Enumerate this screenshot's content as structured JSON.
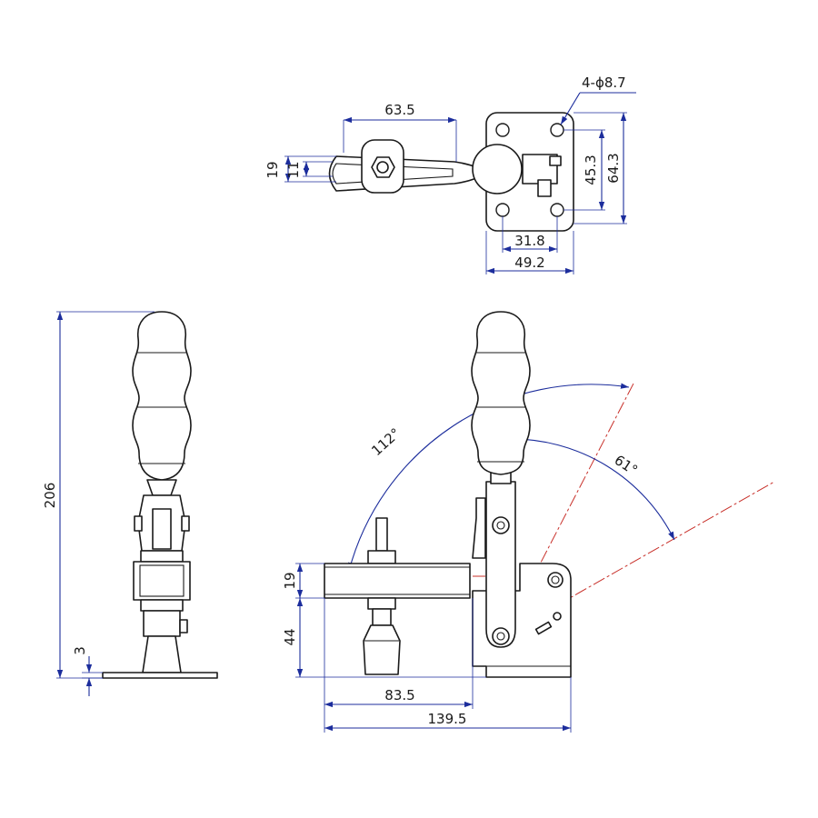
{
  "dimensions": {
    "top_view": {
      "hole_callout": "4-ϕ8.7",
      "overall_length": "63.5",
      "bar_width": "19",
      "slot_width": "11",
      "hole_spacing_vertical": "45.3",
      "base_height": "64.3",
      "hole_spacing_horizontal": "31.8",
      "base_width": "49.2"
    },
    "left_view": {
      "overall_height": "206",
      "base_thickness": "3"
    },
    "right_view": {
      "open_angle": "112°",
      "handle_angle": "61°",
      "arm_thickness": "19",
      "arm_height": "44",
      "spindle_reach": "83.5",
      "overall_length": "139.5"
    }
  },
  "colors": {
    "outline": "#1a1a1a",
    "dimension": "#1c2d9c",
    "centerline": "#c8302a"
  }
}
